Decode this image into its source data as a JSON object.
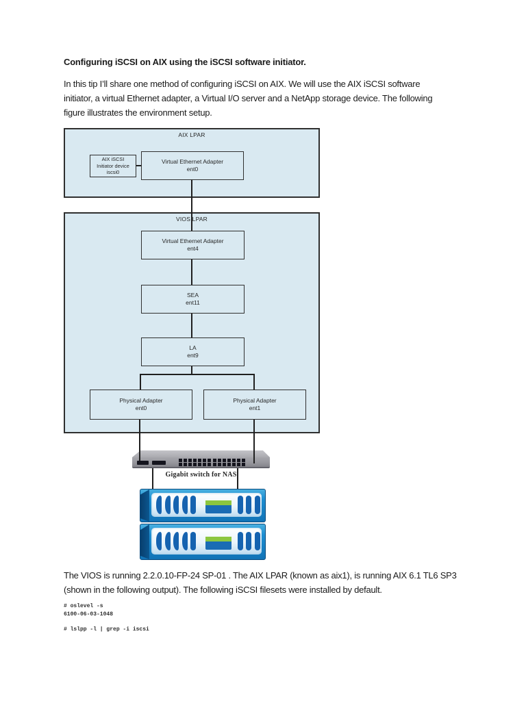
{
  "colors": {
    "lpar_fill": "#d9e9f1",
    "box_border": "#2f2f2f",
    "connector": "#1f1f1f",
    "switch_body": "#97979d",
    "switch_top": "#b7b7bc",
    "switch_port": "#15151e",
    "storage_blue": "#1d8ed2",
    "storage_blue_dark": "#0b568f",
    "storage_slot": "#1563b0",
    "storage_green": "#8cc63f",
    "text": "#1a1a1a"
  },
  "document": {
    "title": "Configuring iSCSI on AIX using the iSCSI software initiator.",
    "intro_lines": [
      "In this tip I’ll share one method of configuring iSCSI on AIX. We will use the AIX iSCSI software",
      "initiator, a virtual Ethernet adapter, a Virtual I/O server and a NetApp storage device. The following",
      "figure illustrates the environment setup."
    ],
    "body_lines": [
      "The VIOS is running 2.2.0.10-FP-24 SP-01 . The AIX LPAR (known as aix1), is running AIX 6.1 TL6 SP3",
      "(shown in the following output). The following iSCSI filesets were installed by default."
    ],
    "code_lines": [
      "# oslevel -s",
      "6100-06-03-1048",
      "# lslpp -l | grep -i iscsi"
    ]
  },
  "diagram": {
    "aix_lpar_label": "AIX LPAR",
    "vios_lpar_label": "VIOS LPAR",
    "initiator_box": {
      "l1": "AIX iSCSI",
      "l2": "Initiator device",
      "l3": "iscsi0"
    },
    "vea0": {
      "l1": "Virtual Ethernet Adapter",
      "l2": "ent0"
    },
    "vea4": {
      "l1": "Virtual Ethernet Adapter",
      "l2": "ent4"
    },
    "sea": {
      "l1": "SEA",
      "l2": "ent11"
    },
    "la": {
      "l1": "LA",
      "l2": "ent9"
    },
    "pa0": {
      "l1": "Physical Adapter",
      "l2": "ent0"
    },
    "pa1": {
      "l1": "Physical Adapter",
      "l2": "ent1"
    },
    "switch_label": "Gigabit switch for NAS"
  }
}
